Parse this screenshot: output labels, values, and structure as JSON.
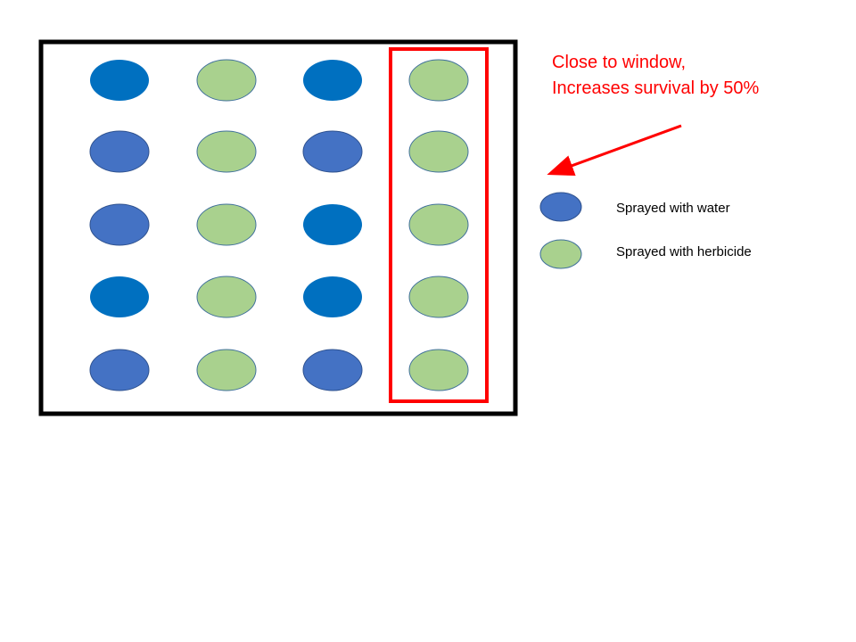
{
  "annotation": {
    "line1": "Close to window,",
    "line2": "Increases survival by 50%",
    "color": "#ff0000"
  },
  "legend": [
    {
      "label": "Sprayed with water",
      "color": "#4472c4"
    },
    {
      "label": "Sprayed with herbicide",
      "color": "#a9d18e"
    }
  ],
  "grid": {
    "rows": [
      [
        "water-dark",
        "herbicide",
        "water-dark",
        "herbicide"
      ],
      [
        "water",
        "herbicide",
        "water",
        "herbicide"
      ],
      [
        "water",
        "herbicide",
        "water-dark",
        "herbicide"
      ],
      [
        "water-dark",
        "herbicide",
        "water-dark",
        "herbicide"
      ],
      [
        "water",
        "herbicide",
        "water",
        "herbicide"
      ]
    ],
    "highlighted_column": 4
  },
  "colors": {
    "water": "#4472c4",
    "water-dark": "#0070c0",
    "herbicide": "#a9d18e",
    "herbicide_stroke": "#41719c",
    "frame": "#000000",
    "highlight": "#ff0000"
  }
}
